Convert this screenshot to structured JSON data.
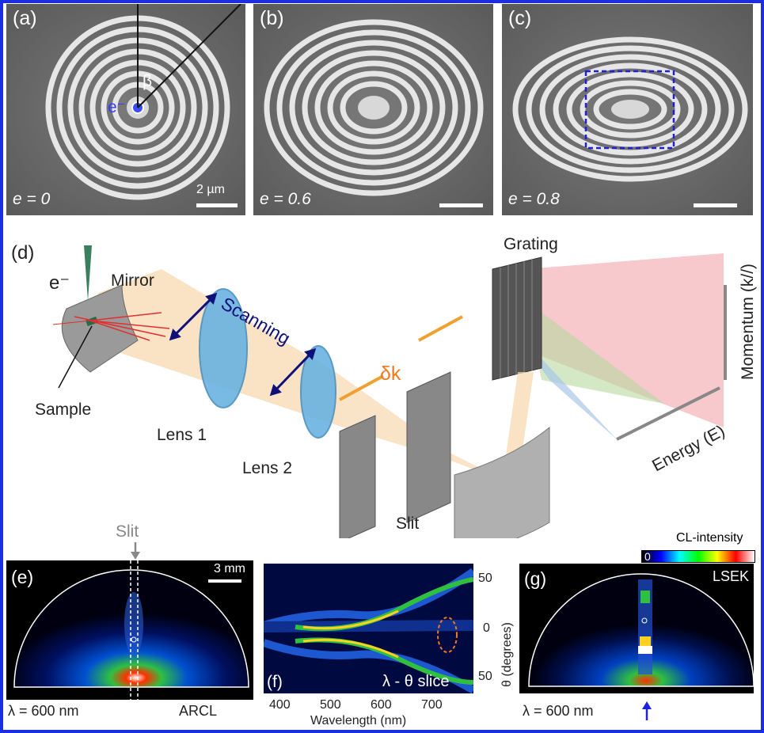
{
  "panels": {
    "a": {
      "label": "(a)",
      "eccentricity": "e = 0",
      "angle": "β",
      "electron": "e⁻",
      "scale": "2 µm"
    },
    "b": {
      "label": "(b)",
      "eccentricity": "e = 0.6"
    },
    "c": {
      "label": "(c)",
      "eccentricity": "e = 0.8"
    },
    "d": {
      "label": "(d)",
      "electron": "e⁻",
      "mirror": "Mirror",
      "sample": "Sample",
      "lens1": "Lens 1",
      "lens2": "Lens 2",
      "scanning": "Scanning",
      "dk": "δk",
      "slit": "Slit",
      "grating": "Grating",
      "momentum": "Momentum (k//)",
      "energy": "Energy (E)"
    },
    "e": {
      "label": "(e)",
      "slit": "Slit",
      "scale": "3 mm",
      "wavelength": "λ = 600 nm",
      "mode": "ARCL"
    },
    "f": {
      "label": "(f)",
      "caption": "λ - θ slice",
      "xlabel": "Wavelength (nm)",
      "ylabel": "θ (degrees)",
      "xticks": [
        "400",
        "500",
        "600",
        "700"
      ],
      "yticks": [
        "50",
        "0",
        "50"
      ]
    },
    "g": {
      "label": "(g)",
      "mode": "LSEK",
      "wavelength": "λ = 600 nm"
    }
  },
  "colorbar": {
    "title": "CL-intensity",
    "min": "0",
    "colors": [
      "#000000",
      "#0000ff",
      "#00ffff",
      "#00ff00",
      "#ffff00",
      "#ff0000",
      "#ffffff"
    ]
  },
  "colors": {
    "frame": "#1a2fe0",
    "accent_blue": "#2020d0",
    "orange": "#f0a030"
  }
}
